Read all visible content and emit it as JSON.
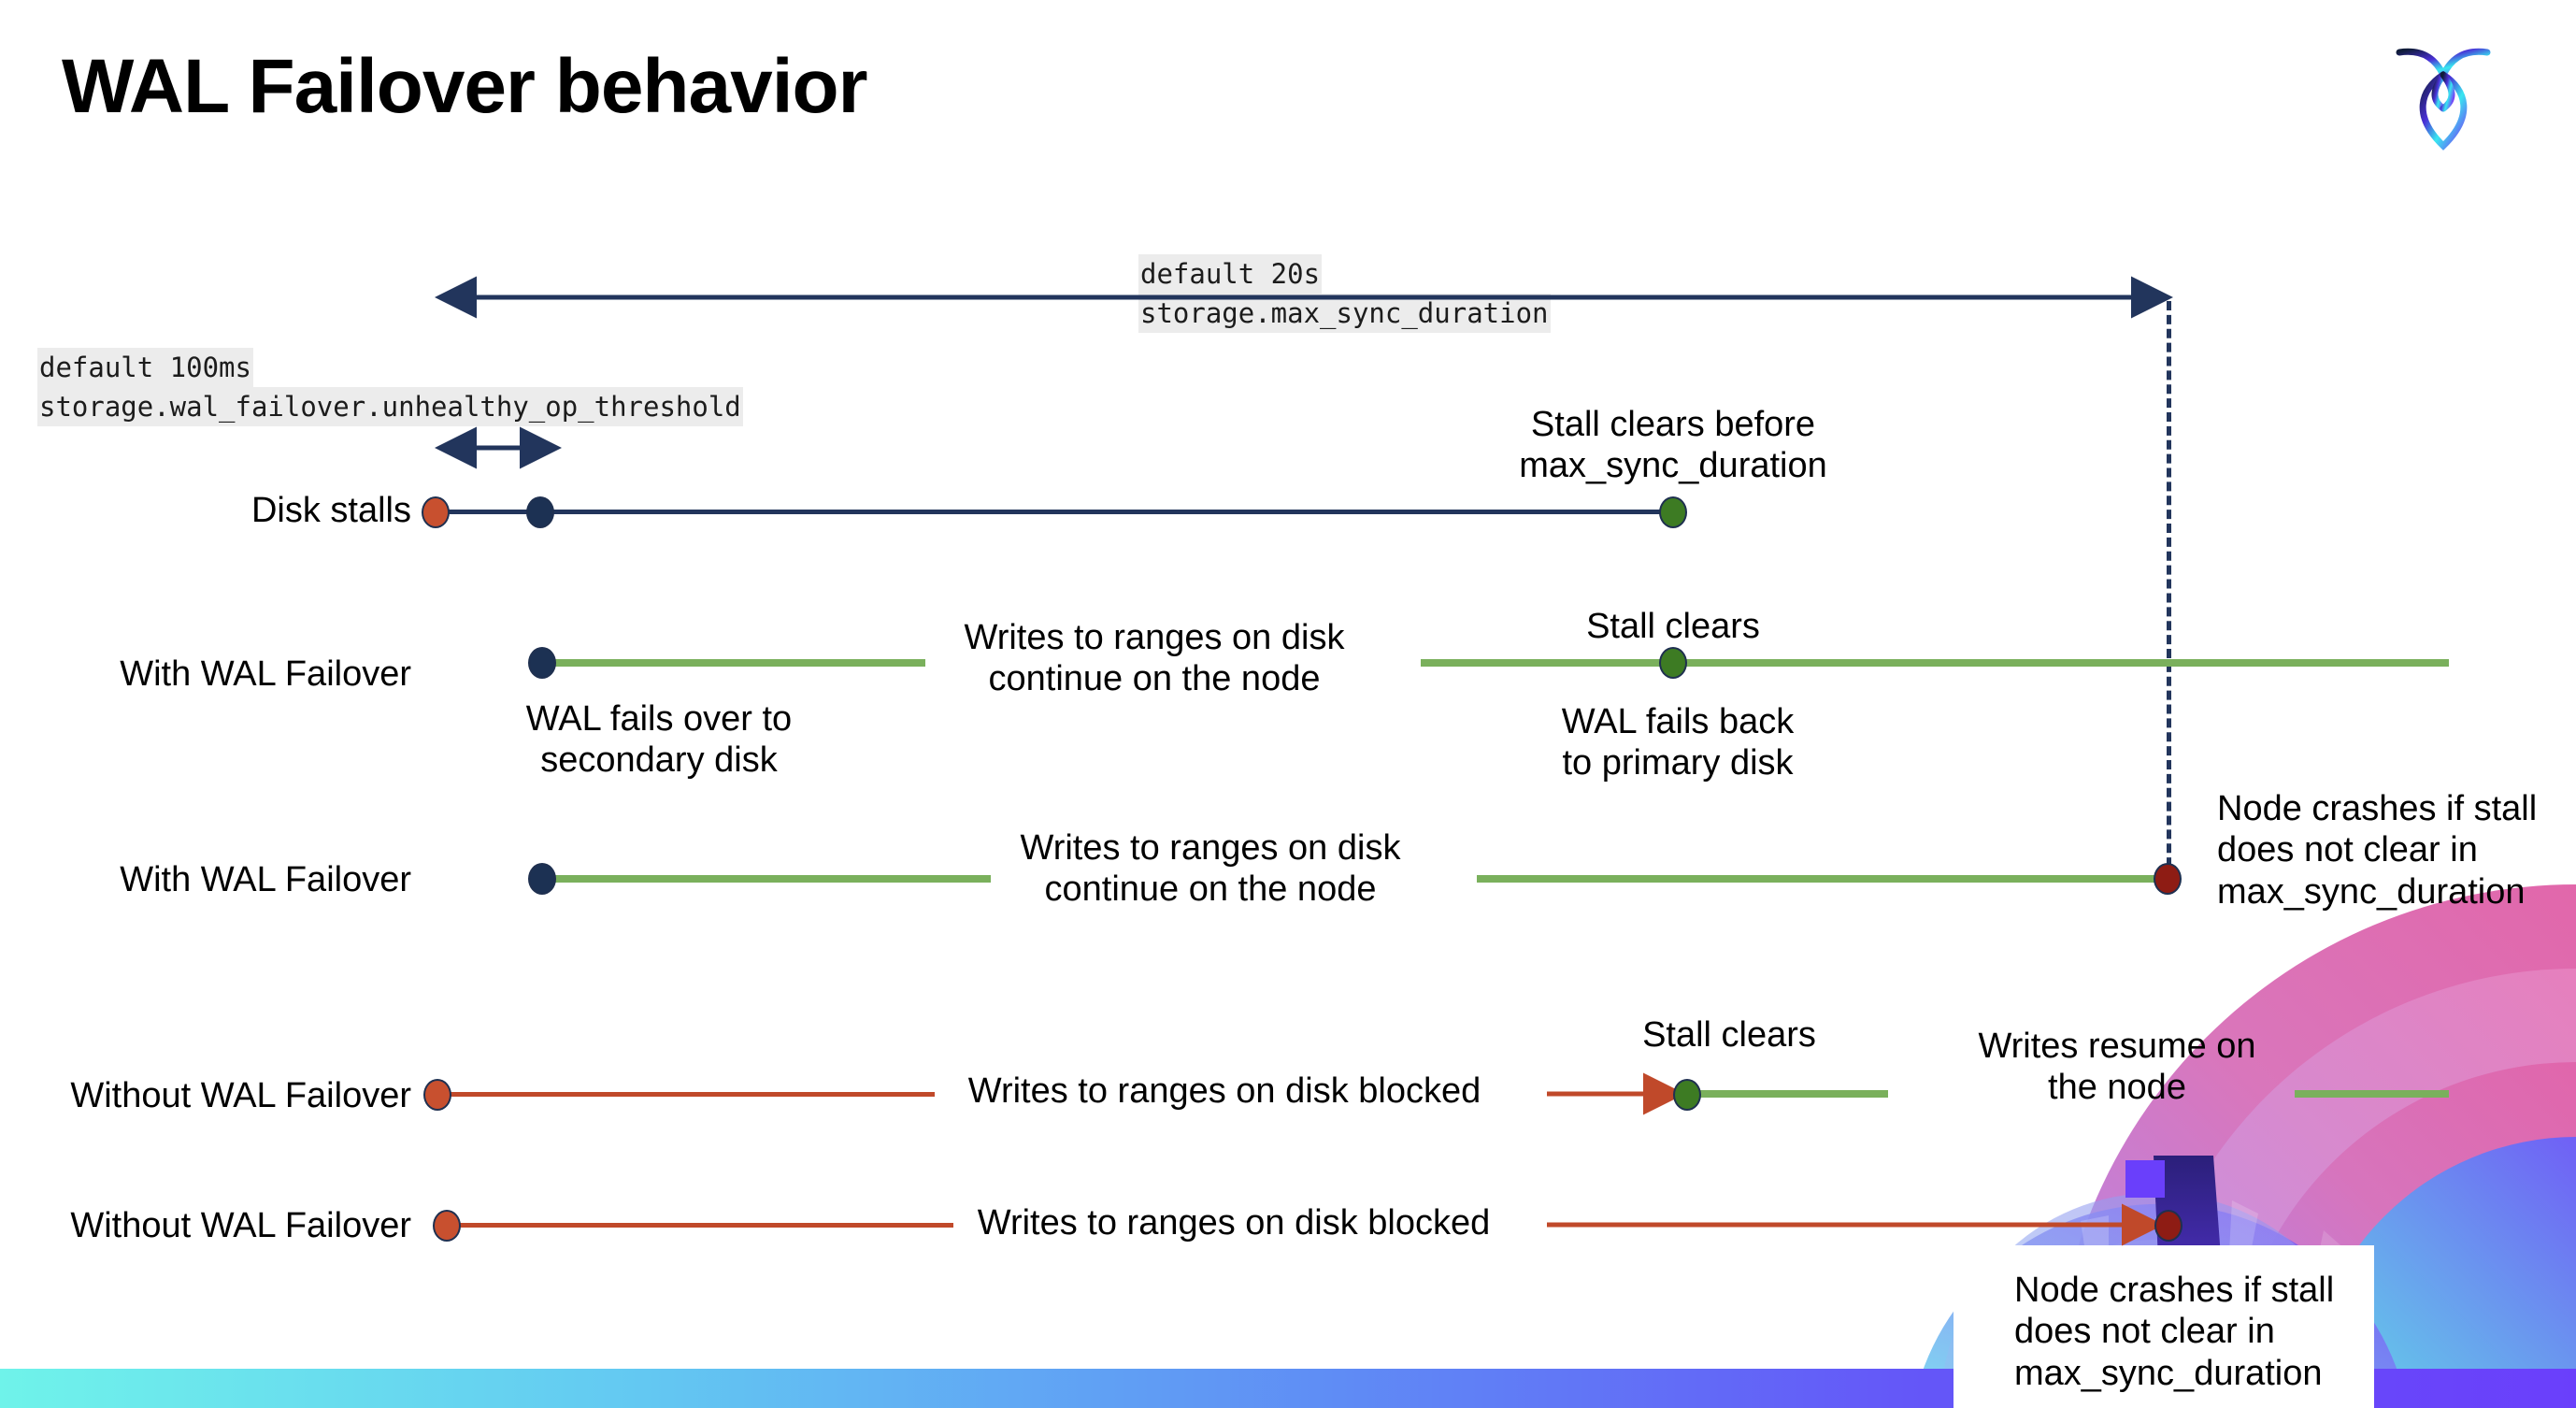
{
  "slide": {
    "title": "WAL Failover behavior",
    "logo_name": "cockroachdb-logo"
  },
  "annotations": {
    "max_sync": {
      "line1": "default 20s",
      "line2": "storage.max_sync_duration"
    },
    "unhealthy_threshold": {
      "line1": "default 100ms",
      "line2": "storage.wal_failover.unhealthy_op_threshold"
    }
  },
  "rows": [
    {
      "label": "Disk stalls"
    },
    {
      "label": "With WAL Failover"
    },
    {
      "label": "With WAL Failover"
    },
    {
      "label": "Without WAL Failover"
    },
    {
      "label": "Without WAL Failover"
    }
  ],
  "callouts": {
    "stall_clears_before": "Stall clears before\nmax_sync_duration",
    "stall_clears_2": "Stall clears",
    "writes_continue_1": "Writes to ranges on disk\ncontinue on the node",
    "wal_fails_over": "WAL fails over to\nsecondary disk",
    "wal_fails_back": "WAL fails  back\nto primary disk",
    "writes_continue_2": "Writes to ranges on disk\ncontinue on the node",
    "node_crashes_1": "Node crashes if stall\ndoes not clear in\nmax_sync_duration",
    "stall_clears_3": "Stall clears",
    "writes_blocked_1": "Writes to ranges on disk  blocked",
    "writes_resume": "Writes resume on\nthe node",
    "writes_blocked_2": "Writes to ranges on disk  blocked",
    "node_crashes_2": "Node crashes if stall\ndoes not clear in\nmax_sync_duration"
  },
  "colors": {
    "navy": "#22355c",
    "green": "#7ab05c",
    "red": "#c0492a",
    "marker_red": "#c8502f",
    "marker_green": "#3d7b23",
    "marker_darkred": "#8e1c14",
    "marker_navy": "#1c3153",
    "code_bg": "#ececec"
  }
}
